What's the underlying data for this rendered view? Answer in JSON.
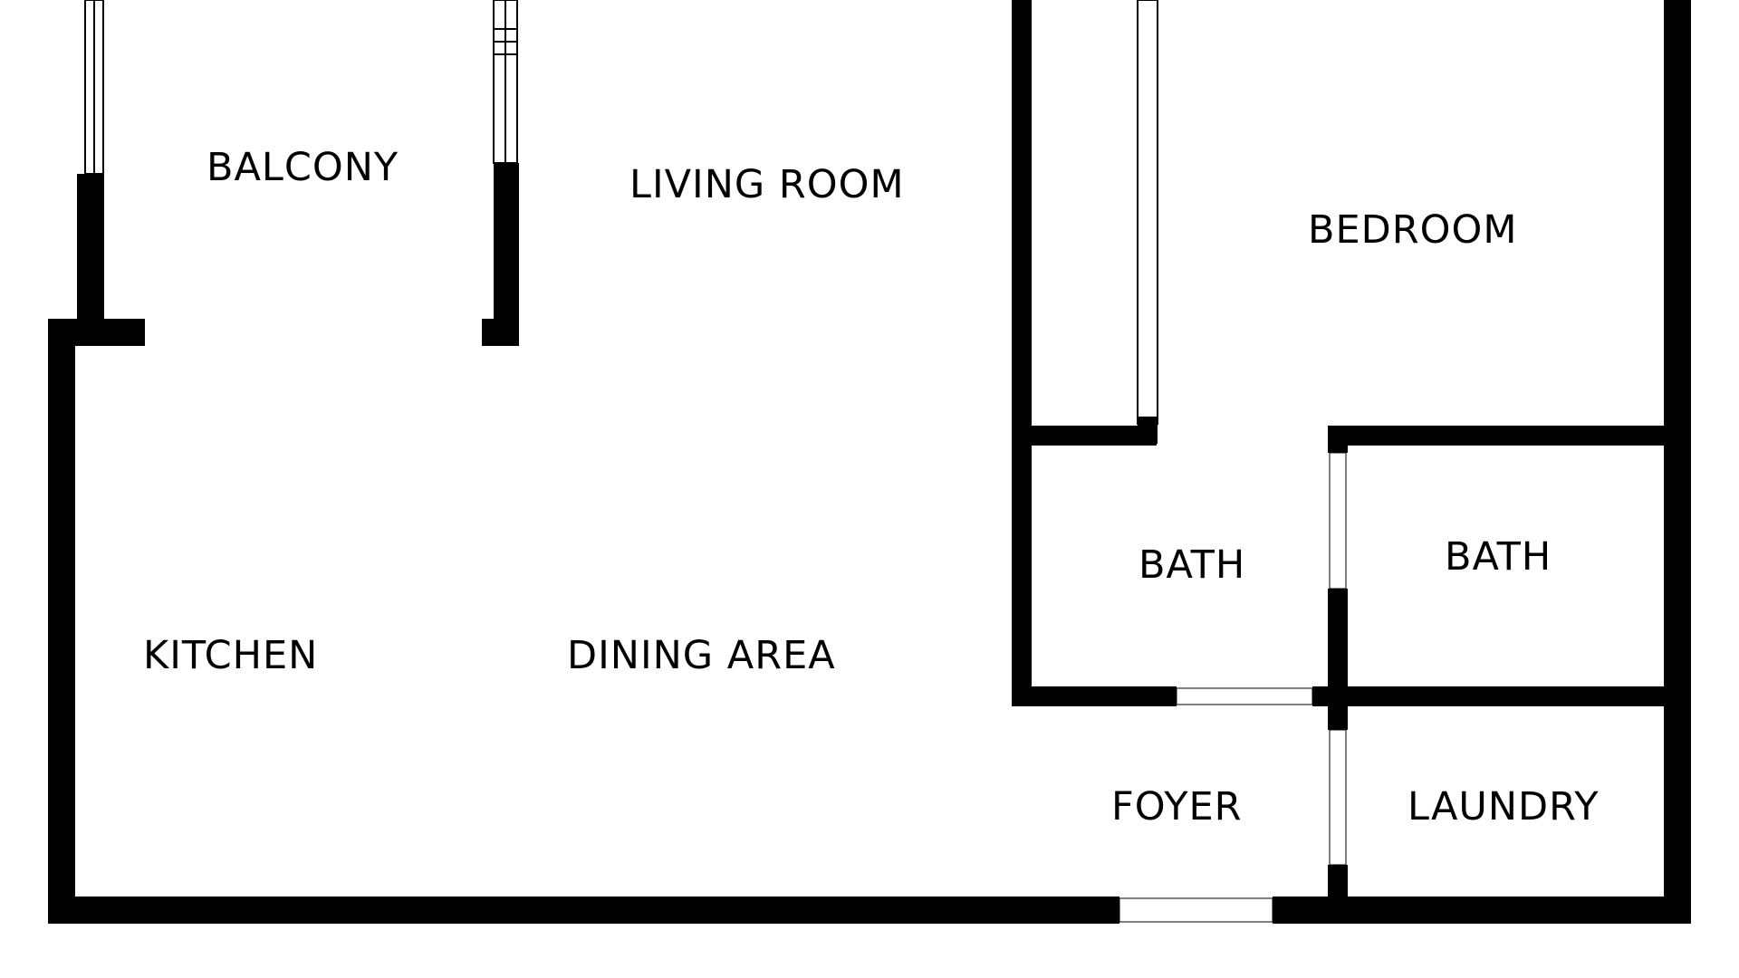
{
  "colors": {
    "wall": "#000000",
    "background": "#ffffff",
    "opening": "#ffffff"
  },
  "rooms": {
    "balcony": "BALCONY",
    "living_room": "LIVING ROOM",
    "bedroom": "BEDROOM",
    "bath_1": "BATH",
    "bath_2": "BATH",
    "kitchen": "KITCHEN",
    "dining_area": "DINING AREA",
    "foyer": "FOYER",
    "laundry": "LAUNDRY"
  }
}
